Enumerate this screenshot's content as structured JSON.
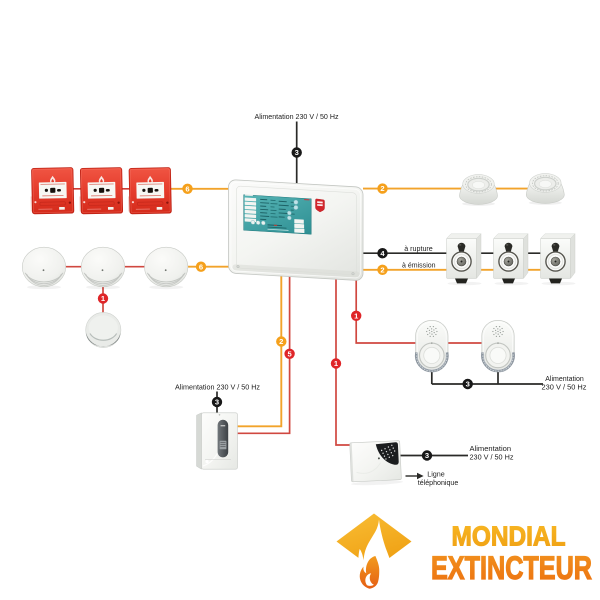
{
  "diagram": {
    "labels": {
      "panel_power": "Alimentation 230 V / 50 Hz",
      "psu_power": "Alimentation 230 V / 50 Hz",
      "rupture": "à rupture",
      "emission": "à émission",
      "flash_power_line1": "Alimentation",
      "flash_power_line2": "230 V / 50 Hz",
      "dialer_power_line1": "Alimentation",
      "dialer_power_line2": "230 V / 50 Hz",
      "phone_line1": "Ligne",
      "phone_line2": "téléphonique"
    },
    "badges": {
      "panel_power": "3",
      "call_points": "6",
      "detectors": "6",
      "indicator": "1",
      "sounders": "2",
      "rupture": "4",
      "emission": "2",
      "psu_orange": "2",
      "psu_red": "5",
      "psu_power": "3",
      "flash_link": "1",
      "flash_power": "3",
      "dialer_link": "1",
      "dialer_power": "3"
    },
    "devices": {
      "call_points": 3,
      "smoke_detectors": 3,
      "alarm_indicator": 1,
      "round_sounders": 2,
      "door_holders": 3,
      "flash_sounders": 2,
      "power_supply": 1,
      "phone_dialer": 1,
      "control_panel": 1
    },
    "colors": {
      "wire_orange": "#F2A32B",
      "wire_red": "#D04840",
      "wire_black": "#2A2A28",
      "badge_orange": "#F5A01B",
      "badge_red": "#DF2528",
      "badge_black": "#181818",
      "panel_display_teal": "#2E8F93",
      "call_point_red": "#E63E2E",
      "logo_yellow": "#EFA013",
      "logo_orange": "#EC7110"
    }
  },
  "logo": {
    "line1": "MONDIAL",
    "line2": "EXTINCTEUR"
  }
}
